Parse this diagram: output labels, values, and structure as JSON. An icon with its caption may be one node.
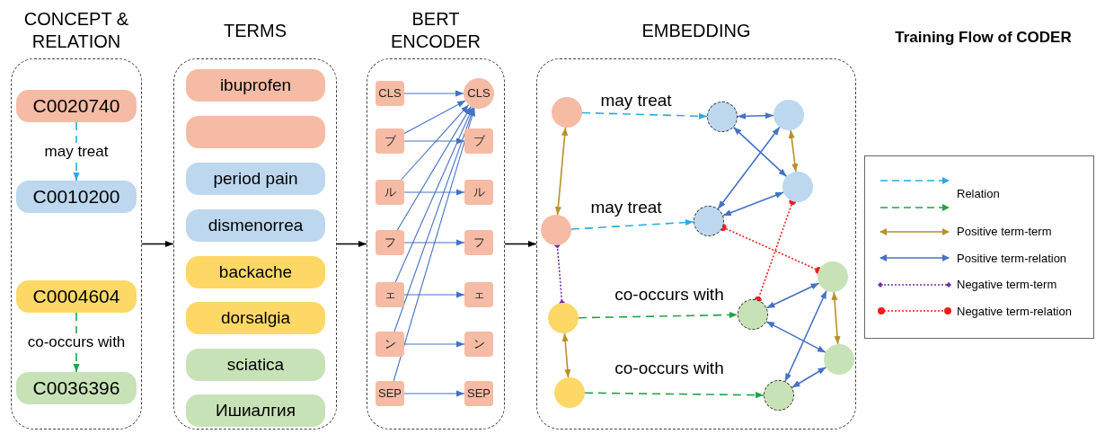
{
  "diagram": {
    "title": "Training Flow of CODER",
    "nodes": [
      {
        "text": [
          "CONCEPT & RELATION"
        ]
      },
      {
        "text": [
          "C0020740"
        ],
        "in": 0
      },
      {
        "text": [
          "C0010200"
        ],
        "in": 0
      },
      {
        "text": [
          "C0004604"
        ],
        "in": 0
      },
      {
        "text": [
          "C0036396"
        ],
        "in": 0
      },
      {
        "text": [
          "TERMS"
        ]
      },
      {
        "text": [
          "ibuprofen"
        ],
        "in": 5
      },
      {
        "text": [],
        "shape": "box",
        "in": 5
      },
      {
        "text": [
          "period pain"
        ],
        "in": 5
      },
      {
        "text": [
          "dismenorrea"
        ],
        "in": 5
      },
      {
        "text": [
          "backache"
        ],
        "in": 5
      },
      {
        "text": [
          "dorsalgia"
        ],
        "in": 5
      },
      {
        "text": [
          "sciatica"
        ],
        "in": 5
      },
      {
        "text": [
          "Ишиалгия"
        ],
        "in": 5
      },
      {
        "text": [
          "BERT ENCODER"
        ]
      },
      {
        "text": [
          "CLS"
        ],
        "in": 14
      },
      {
        "text": [
          "ブ"
        ],
        "in": 14
      },
      {
        "text": [
          "ル"
        ],
        "in": 14
      },
      {
        "text": [
          "フ"
        ],
        "in": 14
      },
      {
        "text": [
          "ェ"
        ],
        "in": 14
      },
      {
        "text": [
          "ン"
        ],
        "in": 14
      },
      {
        "text": [
          "SEP"
        ],
        "in": 14
      },
      {
        "text": [
          "CLS"
        ],
        "in": 14
      },
      {
        "text": [
          "ブ"
        ],
        "in": 14
      },
      {
        "text": [
          "ル"
        ],
        "in": 14
      },
      {
        "text": [
          "フ"
        ],
        "in": 14
      },
      {
        "text": [
          "ェ"
        ],
        "in": 14
      },
      {
        "text": [
          "ン"
        ],
        "in": 14
      },
      {
        "text": [
          "SEP"
        ],
        "in": 14
      },
      {
        "text": [
          "EMBEDDING"
        ]
      },
      {
        "text": [],
        "shape": "circle",
        "in": 29
      },
      {
        "text": [],
        "shape": "circle",
        "in": 29
      },
      {
        "text": [],
        "shape": "circle",
        "in": 29
      },
      {
        "text": [],
        "shape": "circle",
        "in": 29
      },
      {
        "text": [],
        "shape": "circle",
        "in": 29
      },
      {
        "text": [],
        "shape": "circle",
        "in": 29
      },
      {
        "text": [],
        "shape": "circle",
        "in": 29
      },
      {
        "text": [],
        "shape": "circle",
        "in": 29
      },
      {
        "text": [],
        "shape": "circle",
        "in": 29
      },
      {
        "text": [],
        "shape": "circle",
        "in": 29
      },
      {
        "text": [],
        "shape": "circle",
        "in": 29
      },
      {
        "text": [],
        "shape": "circle",
        "in": 29
      }
    ],
    "edges": [
      {
        "from": 1,
        "to": 2,
        "arrow": "to",
        "label": "may treat",
        "style": "dashed",
        "color": "#29abe2"
      },
      {
        "from": 3,
        "to": 4,
        "arrow": "to",
        "label": "co-occurs with",
        "style": "dashed",
        "color": "#1fa44a"
      },
      {
        "from": 0,
        "to": 5,
        "arrow": "to",
        "color": "#000000"
      },
      {
        "from": 5,
        "to": 14,
        "arrow": "to",
        "color": "#000000"
      },
      {
        "from": 14,
        "to": 29,
        "arrow": "to",
        "color": "#000000"
      },
      {
        "from": 15,
        "to": 22,
        "arrow": "to"
      },
      {
        "from": 16,
        "to": 23,
        "arrow": "to"
      },
      {
        "from": 17,
        "to": 24,
        "arrow": "to"
      },
      {
        "from": 18,
        "to": 25,
        "arrow": "to"
      },
      {
        "from": 19,
        "to": 26,
        "arrow": "to"
      },
      {
        "from": 20,
        "to": 27,
        "arrow": "to"
      },
      {
        "from": 21,
        "to": 28,
        "arrow": "to"
      },
      {
        "from": 16,
        "to": 22,
        "arrow": "to"
      },
      {
        "from": 17,
        "to": 22,
        "arrow": "to"
      },
      {
        "from": 18,
        "to": 22,
        "arrow": "to"
      },
      {
        "from": 19,
        "to": 22,
        "arrow": "to"
      },
      {
        "from": 20,
        "to": 22,
        "arrow": "to"
      },
      {
        "from": 21,
        "to": 22,
        "arrow": "to"
      },
      {
        "from": 30,
        "to": 34,
        "arrow": "to",
        "label": "may treat",
        "style": "dashed",
        "color": "#29abe2"
      },
      {
        "from": 31,
        "to": 37,
        "arrow": "to",
        "label": "may treat",
        "style": "dashed",
        "color": "#29abe2"
      },
      {
        "from": 32,
        "to": 39,
        "arrow": "to",
        "label": "co-occurs with",
        "style": "dashed",
        "color": "#1fa44a"
      },
      {
        "from": 33,
        "to": 41,
        "arrow": "to",
        "label": "co-occurs with",
        "style": "dashed",
        "color": "#1fa44a"
      },
      {
        "from": 30,
        "to": 31,
        "arrow": "both",
        "color": "#b8902a"
      },
      {
        "from": 32,
        "to": 33,
        "arrow": "both",
        "color": "#b8902a"
      },
      {
        "from": 35,
        "to": 36,
        "arrow": "both",
        "color": "#b8902a"
      },
      {
        "from": 38,
        "to": 40,
        "arrow": "both",
        "color": "#b8902a"
      },
      {
        "from": 34,
        "to": 35,
        "arrow": "both"
      },
      {
        "from": 34,
        "to": 36,
        "arrow": "both"
      },
      {
        "from": 35,
        "to": 37,
        "arrow": "both"
      },
      {
        "from": 36,
        "to": 37,
        "arrow": "both"
      },
      {
        "from": 38,
        "to": 39,
        "arrow": "both"
      },
      {
        "from": 39,
        "to": 40,
        "arrow": "both"
      },
      {
        "from": 38,
        "to": 41,
        "arrow": "both"
      },
      {
        "from": 40,
        "to": 41,
        "arrow": "both"
      },
      {
        "from": 31,
        "to": 32,
        "arrow": "other",
        "style": "dashed",
        "color": "#7030a0"
      },
      {
        "from": 37,
        "to": 38,
        "arrow": "other",
        "style": "dashed",
        "color": "#ee1c1c"
      },
      {
        "from": 36,
        "to": 39,
        "arrow": "other",
        "style": "dashed",
        "color": "#ee1c1c"
      }
    ],
    "legend": [
      {
        "text": "Relation"
      },
      {
        "text": "Positive term-term"
      },
      {
        "text": "Positive term-relation"
      },
      {
        "text": "Negative term-term"
      },
      {
        "text": "Negative term-relation"
      }
    ]
  }
}
